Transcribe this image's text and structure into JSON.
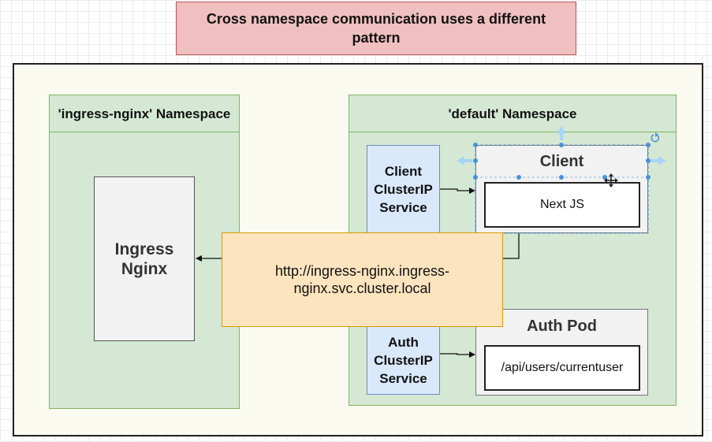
{
  "title": "Cross namespace communication uses a different pattern",
  "ingress_namespace": {
    "header": "'ingress-nginx' Namespace",
    "box_label": "Ingress Nginx"
  },
  "default_namespace": {
    "header": "'default' Namespace",
    "client_service": "Client ClusterIP Service",
    "client_pod": {
      "title": "Client",
      "content": "Next JS"
    },
    "auth_service": "Auth ClusterIP Service",
    "auth_pod": {
      "title": "Auth Pod",
      "content": "/api/users/currentuser"
    }
  },
  "url_box": "http://ingress-nginx.ingress-nginx.svc.cluster.local",
  "colors": {
    "title_fill": "#f0bfbf",
    "namespace_fill": "#d5e8d4",
    "service_fill": "#dae8fc",
    "url_fill": "#fce4bf",
    "selection_handle": "#4a90d9"
  }
}
